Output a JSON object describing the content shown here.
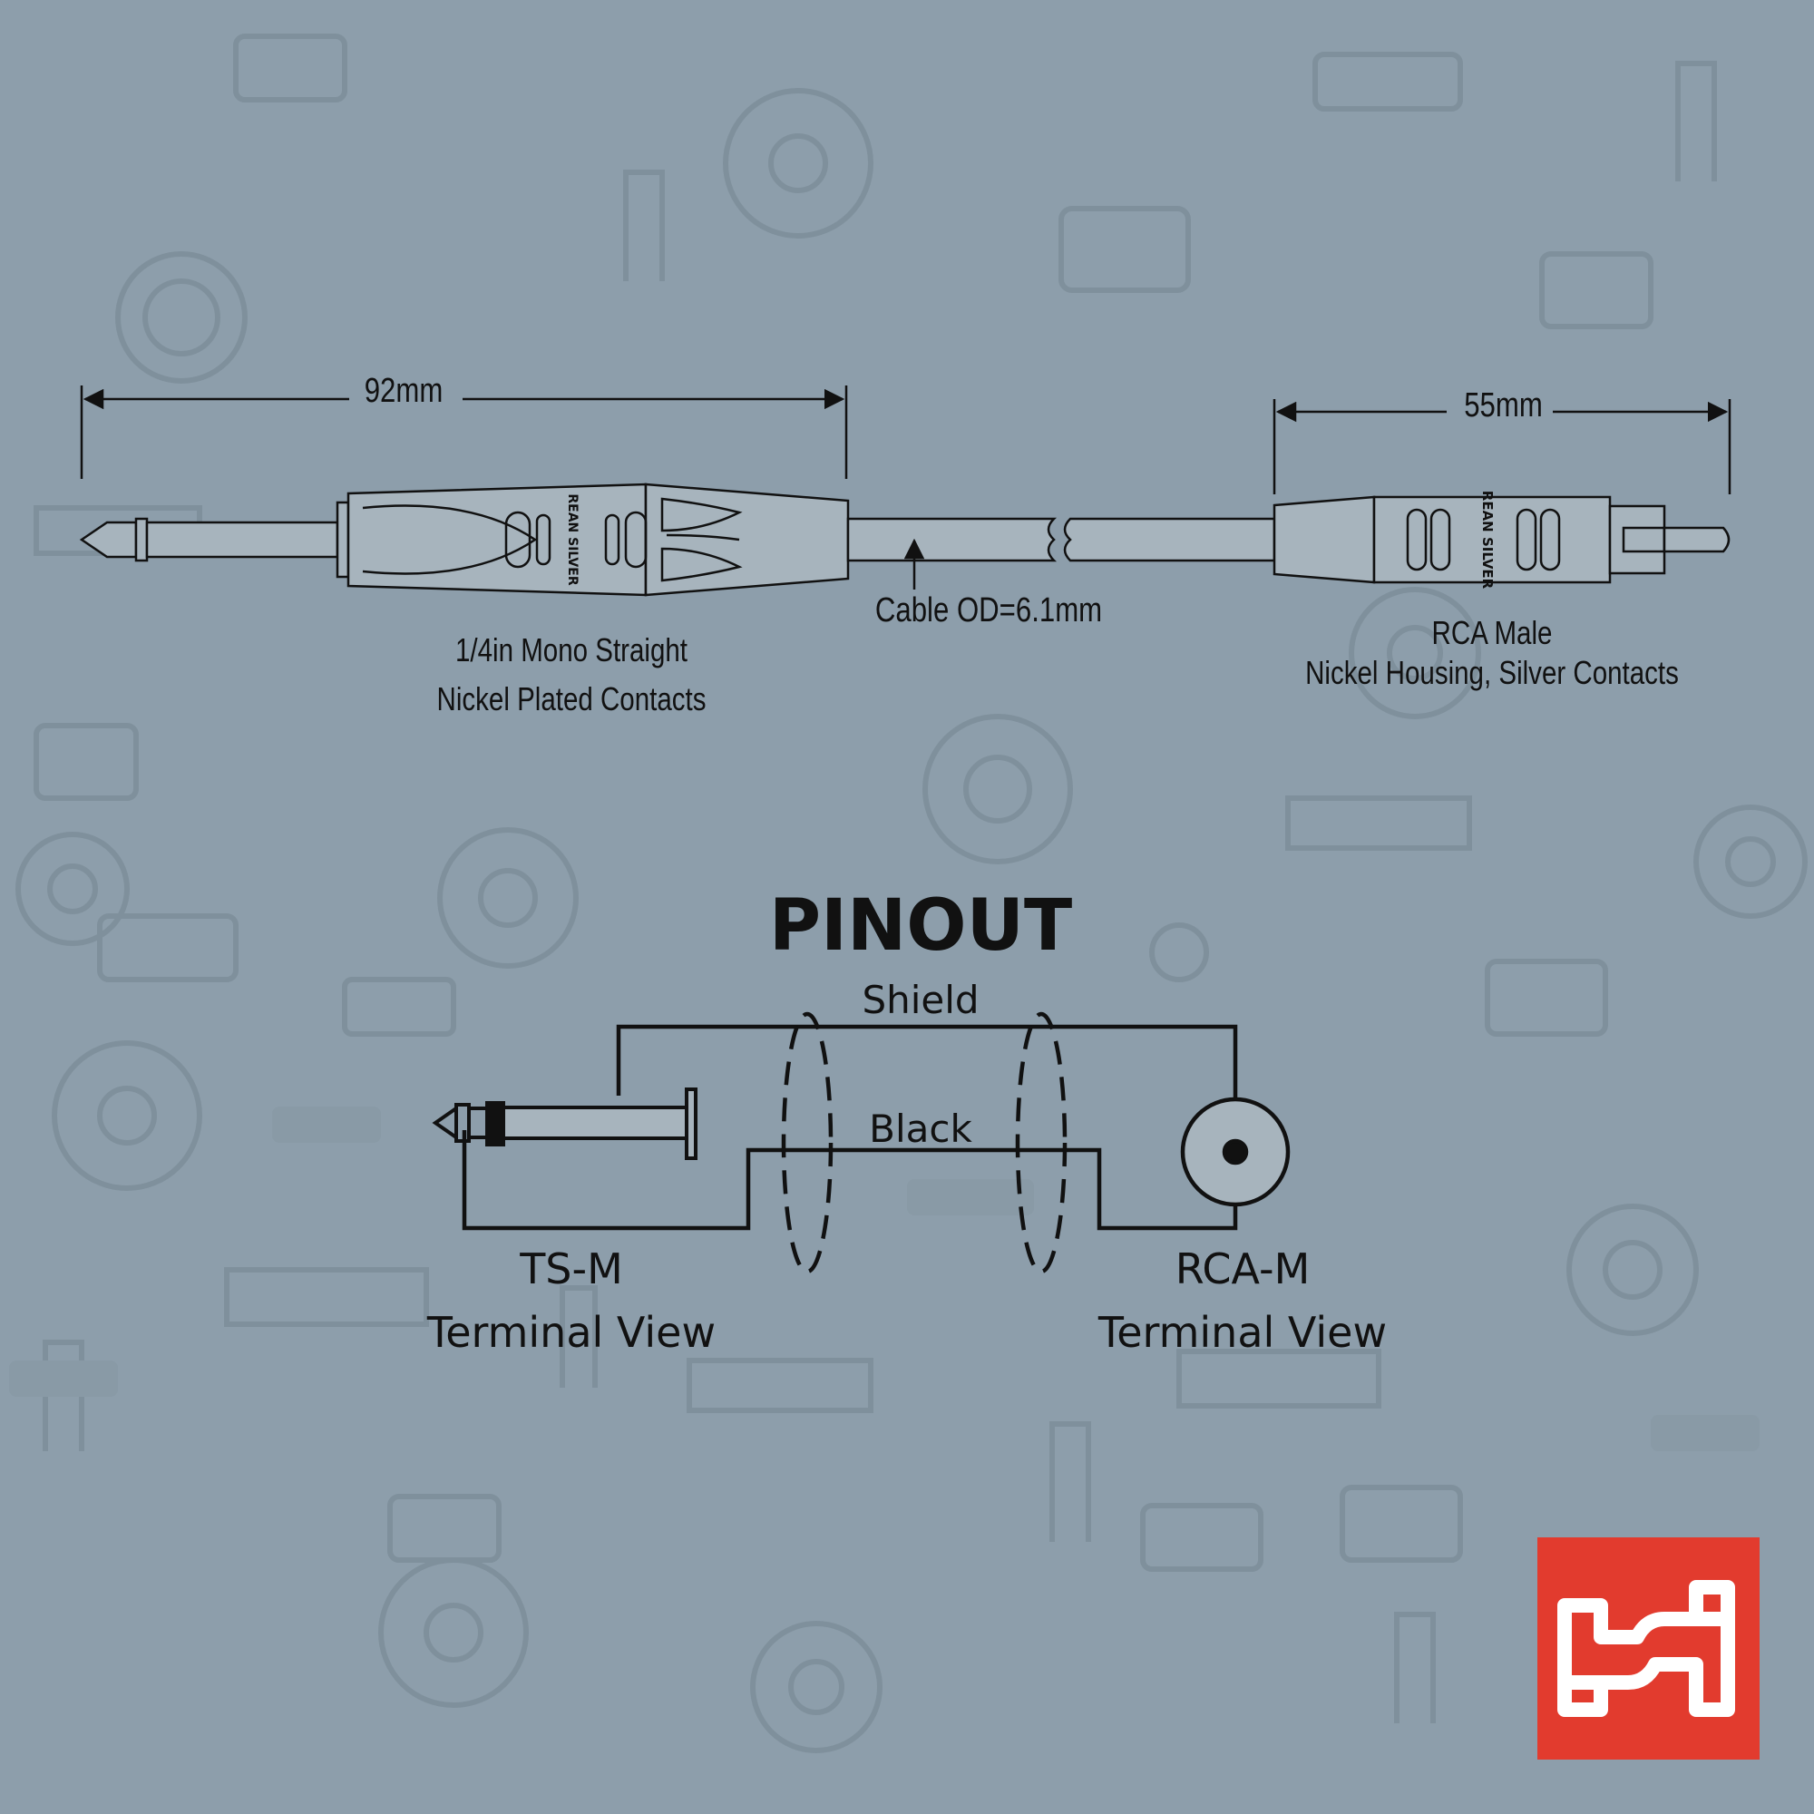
{
  "dimensions": {
    "jack_length": "92mm",
    "rca_length": "55mm",
    "cable_od": "Cable OD=6.1mm"
  },
  "connectors": {
    "jack": {
      "line1": "1/4in Mono Straight",
      "line2": "Nickel Plated Contacts",
      "brand_mark": "REAN SILVER"
    },
    "rca": {
      "line1": "RCA Male",
      "line2": "Nickel Housing, Silver Contacts",
      "brand_mark": "REAN SILVER"
    }
  },
  "pinout": {
    "title": "PINOUT",
    "wire_top": "Shield",
    "wire_bottom": "Black",
    "left_end": {
      "line1": "TS-M",
      "line2": "Terminal View"
    },
    "right_end": {
      "line1": "RCA-M",
      "line2": "Terminal View"
    }
  },
  "colors": {
    "background": "#8d9eab",
    "line": "#111111",
    "brand_red": "#e23b2e"
  },
  "logo": {
    "icon": "hosa-h-logo-icon"
  }
}
